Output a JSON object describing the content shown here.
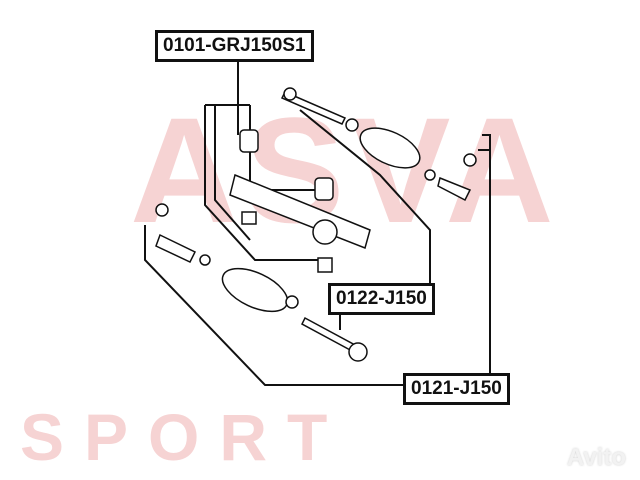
{
  "labels": {
    "rack": "0101-GRJ150S1",
    "inner_tie_rod": "0122-J150",
    "outer_tie_rod_end": "0121-J150"
  },
  "watermark": {
    "top": "ASVA",
    "bottom": "SPORT",
    "site": "Avito"
  },
  "colors": {
    "watermark": "#f6d3d3",
    "lines": "#111111"
  }
}
